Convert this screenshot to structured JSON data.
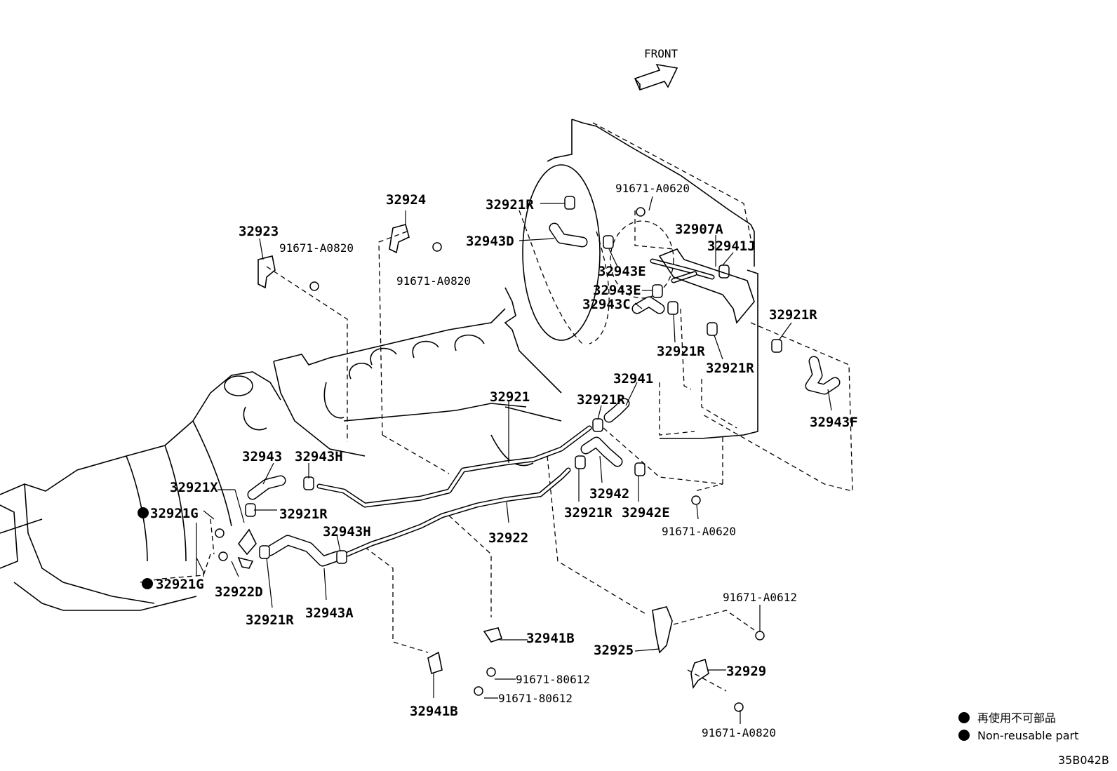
{
  "direction": {
    "label": "FRONT"
  },
  "drawing_code": "35B042B",
  "legend": [
    {
      "marker": "●",
      "text": "再使用不可部品"
    },
    {
      "marker": "●",
      "text": "Non-reusable part"
    }
  ],
  "labels": {
    "p32923": "32923",
    "p91671_A0820_a": "91671-A0820",
    "p32924": "32924",
    "p91671_A0820_b": "91671-A0820",
    "p32921R_a": "32921R",
    "p32943D": "32943D",
    "p91671_A0620_a": "91671-A0620",
    "p32907A": "32907A",
    "p32941J": "32941J",
    "p32943E_a": "32943E",
    "p32943E_b": "32943E",
    "p32943C": "32943C",
    "p32921R_b": "32921R",
    "p32921R_c": "32921R",
    "p32921R_d": "32921R",
    "p32943F": "32943F",
    "p32941": "32941",
    "p32921R_e": "32921R",
    "p32921": "32921",
    "p32943": "32943",
    "p32943H_a": "32943H",
    "p32921X": "32921X",
    "p32921G_a": "32921G",
    "p32921R_f": "32921R",
    "p32943H_b": "32943H",
    "p32942": "32942",
    "p32921R_g": "32921R",
    "p32942E": "32942E",
    "p91671_A0620_b": "91671-A0620",
    "p32922": "32922",
    "p32921G_b": "32921G",
    "p32922D": "32922D",
    "p32921R_h": "32921R",
    "p32943A": "32943A",
    "p91671_A0612": "91671-A0612",
    "p32941B_a": "32941B",
    "p32925": "32925",
    "p91671_80612_a": "91671-80612",
    "p32929": "32929",
    "p91671_80612_b": "91671-80612",
    "p32941B_b": "32941B",
    "p91671_A0820_c": "91671-A0820"
  },
  "non_reusable_marker": "●"
}
